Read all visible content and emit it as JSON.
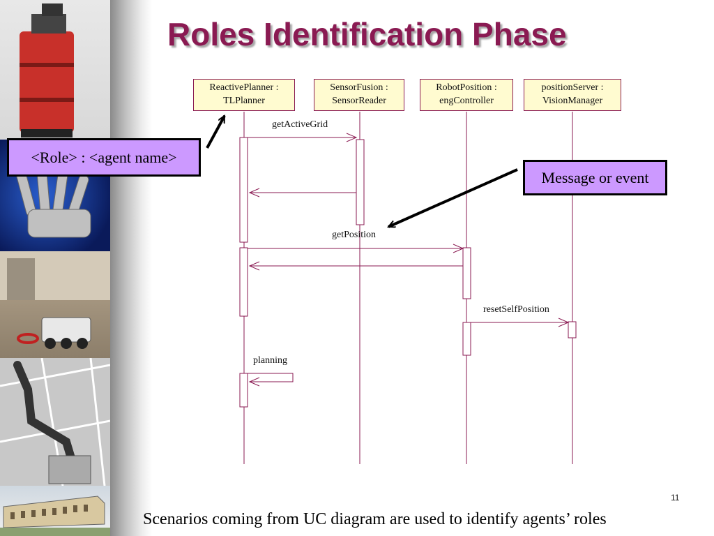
{
  "slide": {
    "title": "Roles Identification Phase",
    "footer": "Scenarios coming from UC diagram are used to identify agents’ roles",
    "page_number": "11"
  },
  "callouts": {
    "role": "<Role> : <agent name>",
    "message": "Message or event"
  },
  "lifelines": [
    {
      "line1": "ReactivePlanner :",
      "line2": "TLPlanner"
    },
    {
      "line1": "SensorFusion :",
      "line2": "SensorReader"
    },
    {
      "line1": "RobotPosition :",
      "line2": "engController"
    },
    {
      "line1": "positionServer :",
      "line2": "VisionManager"
    }
  ],
  "messages": [
    {
      "label": "getActiveGrid",
      "from": "ReactivePlanner",
      "to": "SensorFusion"
    },
    {
      "label": "getPosition",
      "from": "ReactivePlanner",
      "to": "RobotPosition"
    },
    {
      "label": "resetSelfPosition",
      "from": "RobotPosition",
      "to": "positionServer"
    },
    {
      "label": "planning",
      "from": "ReactivePlanner",
      "to": "ReactivePlanner"
    }
  ],
  "colors": {
    "title": "#8a1a52",
    "diagram_line": "#8a1a52",
    "lifeline_fill": "#fffbd0",
    "callout_fill": "#cc99ff"
  }
}
